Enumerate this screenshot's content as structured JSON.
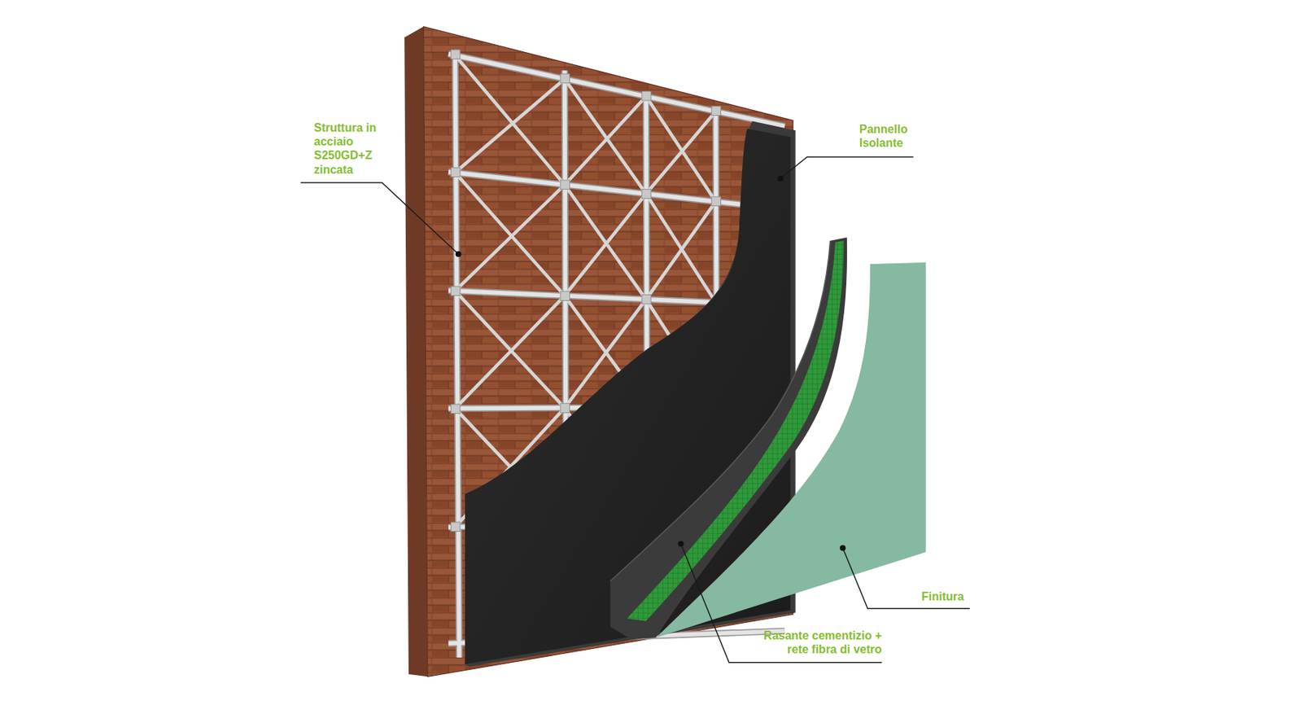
{
  "diagram": {
    "labels": [
      "Struttura in acciaio S250GD+Z zincata",
      "Pannello Isolante",
      "Finitura",
      "Rasante cementizio + rete fibra di vetro"
    ]
  }
}
